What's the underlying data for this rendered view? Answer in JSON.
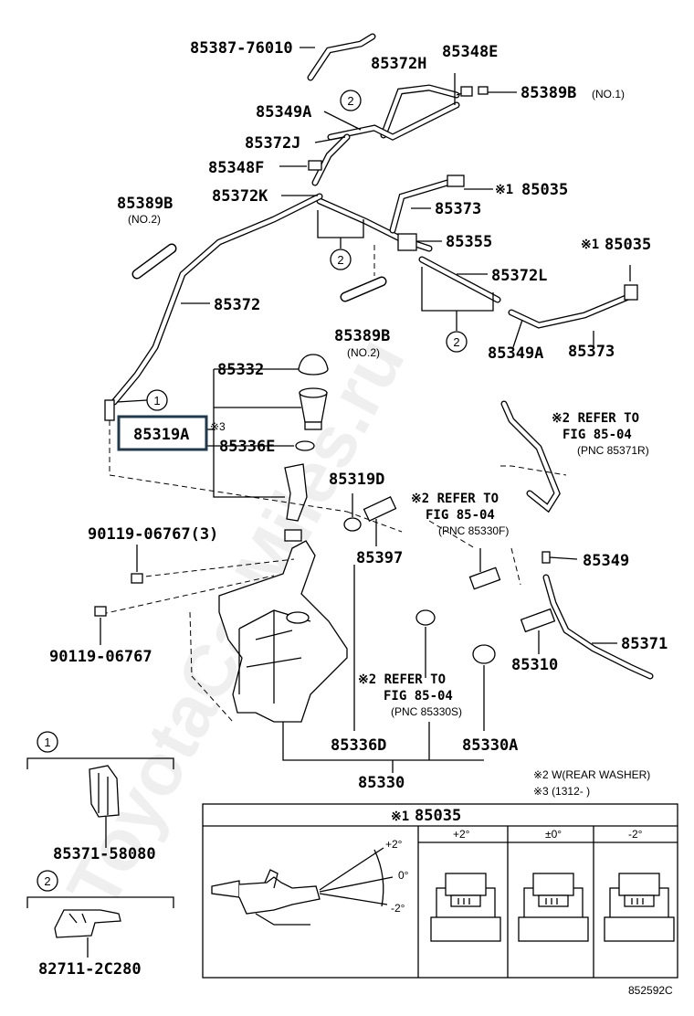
{
  "watermark": "ToyotaCarMiles.ru",
  "callouts": {
    "one": "1",
    "two": "2"
  },
  "labels": {
    "p85387_76010": "85387-76010",
    "p85372H": "85372H",
    "p85348E": "85348E",
    "p85389B_1": "85389B",
    "no1": "(NO.1)",
    "p85349A": "85349A",
    "p85372J": "85372J",
    "p85348F": "85348F",
    "p85372K": "85372K",
    "p85389B": "85389B",
    "no2": "(NO.2)",
    "note1": "※1",
    "p85035": "85035",
    "p85373": "85373",
    "p85355": "85355",
    "p85372L": "85372L",
    "p85372": "85372",
    "p85332": "85332",
    "p85319A": "85319A",
    "note3": "※3",
    "p85336E": "85336E",
    "p85319D": "85319D",
    "p85397": "85397",
    "p85349": "85349",
    "p85371": "85371",
    "p85310": "85310",
    "p90119_3": "90119-06767(3)",
    "p90119": "90119-06767",
    "p85336D": "85336D",
    "p85330A": "85330A",
    "p85330": "85330",
    "p85371_58080": "85371-58080",
    "p82711_2C280": "82711-2C280"
  },
  "refs": {
    "r85371R": {
      "l1": "※2 REFER TO",
      "l2": "FIG 85-04",
      "l3": "(PNC 85371R)"
    },
    "r85330F": {
      "l1": "※2 REFER TO",
      "l2": "FIG 85-04",
      "l3": "(PNC 85330F)"
    },
    "r85330S": {
      "l1": "※2 REFER TO",
      "l2": "FIG 85-04",
      "l3": "(PNC 85330S)"
    }
  },
  "notes": {
    "note2": "※2 W(REAR WASHER)",
    "note3": "※3 (1312-        )"
  },
  "table": {
    "note": "※1",
    "title": "85035",
    "cols": [
      "+2°",
      "±0°",
      "-2°"
    ],
    "angles": [
      "+2°",
      "0°",
      "-2°"
    ]
  },
  "figure_code": "852592C"
}
